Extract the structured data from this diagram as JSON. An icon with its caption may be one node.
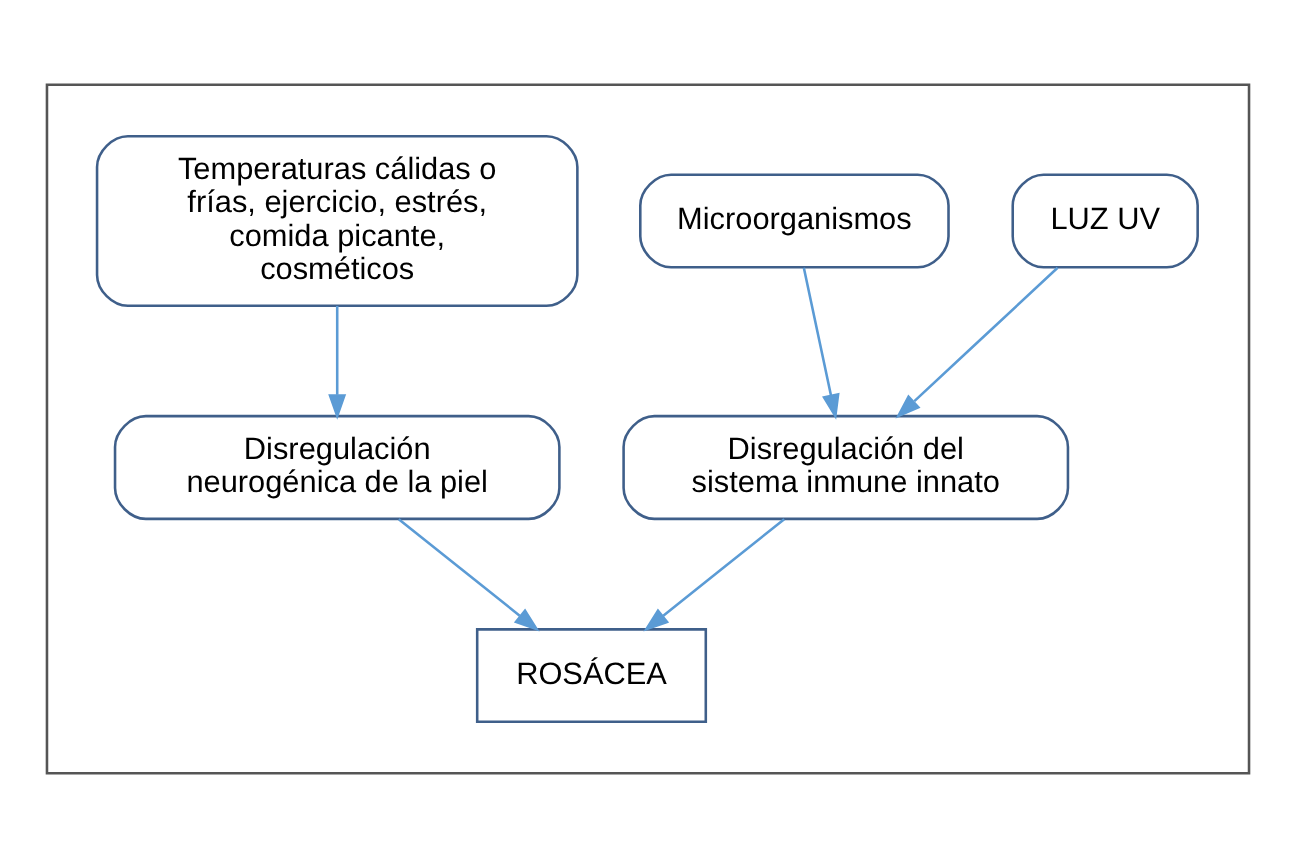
{
  "diagram": {
    "nodes": [
      {
        "text": [],
        "shape": "box"
      },
      {
        "text": [
          "LUZ UV"
        ],
        "in": 0
      },
      {
        "text": [
          "Microorganismos"
        ],
        "in": 0
      },
      {
        "text": [
          "Temperaturas cálidas o frías, ejercicio, estrés, comida picante, cosméticos"
        ],
        "in": 0
      },
      {
        "text": [
          "Disregulación del sistema inmune innato"
        ],
        "in": 0
      },
      {
        "text": [
          "Disregulación neurogénica de la piel"
        ],
        "in": 0
      },
      {
        "text": [
          "ROSÁCEA"
        ],
        "in": 0
      }
    ],
    "edges": [
      {
        "from": 1,
        "to": 4,
        "arrow": "to"
      },
      {
        "from": 2,
        "to": 4,
        "arrow": "to"
      },
      {
        "from": 3,
        "to": 5,
        "arrow": "to"
      },
      {
        "from": 4,
        "to": 6,
        "arrow": "to"
      },
      {
        "from": 5,
        "to": 6,
        "arrow": "to"
      }
    ]
  }
}
